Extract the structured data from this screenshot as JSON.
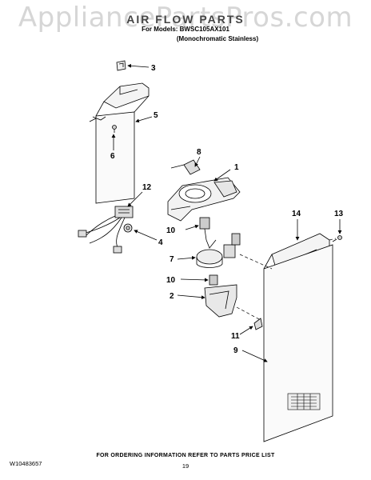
{
  "watermark": "AppliancePartsPros.com",
  "title": "AIR FLOW PARTS",
  "models_line": "For Models: BWSC105AX101",
  "variant": "(Monochromatic Stainless)",
  "callouts": [
    "1",
    "2",
    "3",
    "4",
    "5",
    "6",
    "7",
    "8",
    "9",
    "10",
    "10",
    "11",
    "12",
    "13",
    "14"
  ],
  "footer": {
    "doc_number": "W10483657",
    "ordering_note": "FOR ORDERING INFORMATION REFER TO PARTS PRICE LIST",
    "page": "19"
  }
}
